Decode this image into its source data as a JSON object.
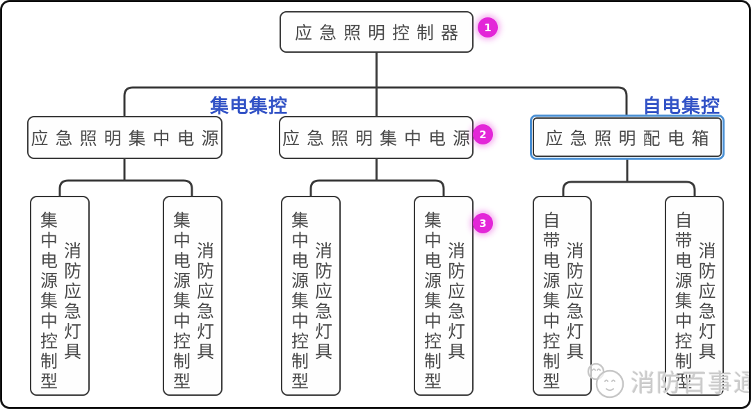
{
  "diagram": {
    "root": {
      "label": "应急照明控制器",
      "badge": "1"
    },
    "branch_labels": {
      "left": "集电集控",
      "right": "自电集控"
    },
    "level2": {
      "left": {
        "label": "应急照明集中电源"
      },
      "middle": {
        "label": "应急照明集中电源",
        "badge": "2"
      },
      "right": {
        "label": "应急照明配电箱",
        "highlighted": true
      }
    },
    "leaf_badge": "3",
    "leaves": [
      {
        "type_text": "集中电源集中控制型",
        "device_text": "消防应急灯具"
      },
      {
        "type_text": "集中电源集中控制型",
        "device_text": "消防应急灯具"
      },
      {
        "type_text": "集中电源集中控制型",
        "device_text": "消防应急灯具"
      },
      {
        "type_text": "集中电源集中控制型",
        "device_text": "消防应急灯具"
      },
      {
        "type_text": "自带电源集中控制型",
        "device_text": "消防应急灯具"
      },
      {
        "type_text": "自带电源集中控制型",
        "device_text": "消防应急灯具"
      }
    ],
    "watermark": {
      "text": "消防百事通"
    },
    "colors": {
      "connector_line": "#3a3a3a",
      "box_border": "#3a3a3a",
      "box_text": "#4a4a4a",
      "branch_label": "#3353c6",
      "highlight_border": "#4a8fd3",
      "badge_background": "#e326d8",
      "badge_text": "#ffffff",
      "watermark_text": "#cbcbcb",
      "frame_border": "#141414",
      "background": "#ffffff"
    }
  }
}
